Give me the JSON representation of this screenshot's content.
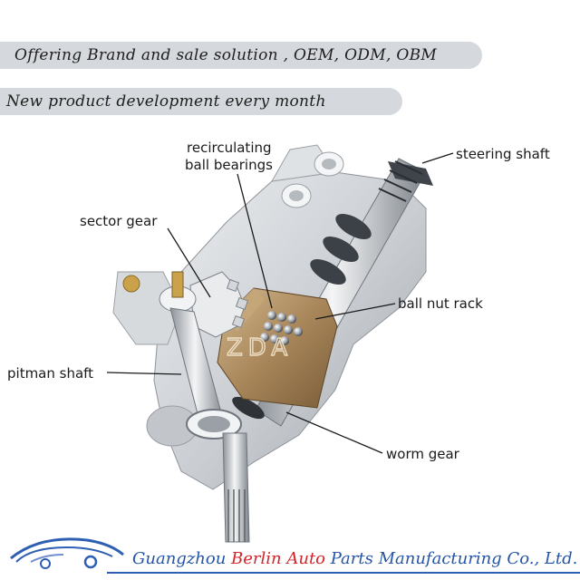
{
  "banners": [
    {
      "text": "Offering Brand and sale solution , OEM, ODM, OBM"
    },
    {
      "text": "New product development every month"
    }
  ],
  "diagram": {
    "labels": {
      "recirculating": "recirculating",
      "ball_bearings": "ball bearings",
      "sector_gear": "sector gear",
      "steering_shaft": "steering shaft",
      "ball_nut_rack": "ball nut rack",
      "pitman_shaft": "pitman shaft",
      "worm_gear": "worm gear"
    },
    "watermark": "ZDA"
  },
  "footer": {
    "prefix": "Guangzhou ",
    "brand": "Berlin Auto",
    "suffix": " Parts Manufacturing Co., Ltd.",
    "logo": "car-logo-icon"
  },
  "colors": {
    "banner_bg": "#d5d8dc",
    "footer_blue": "#2454a8",
    "footer_brand_red": "#d4232a",
    "nut_bronze": "#a8865a"
  }
}
